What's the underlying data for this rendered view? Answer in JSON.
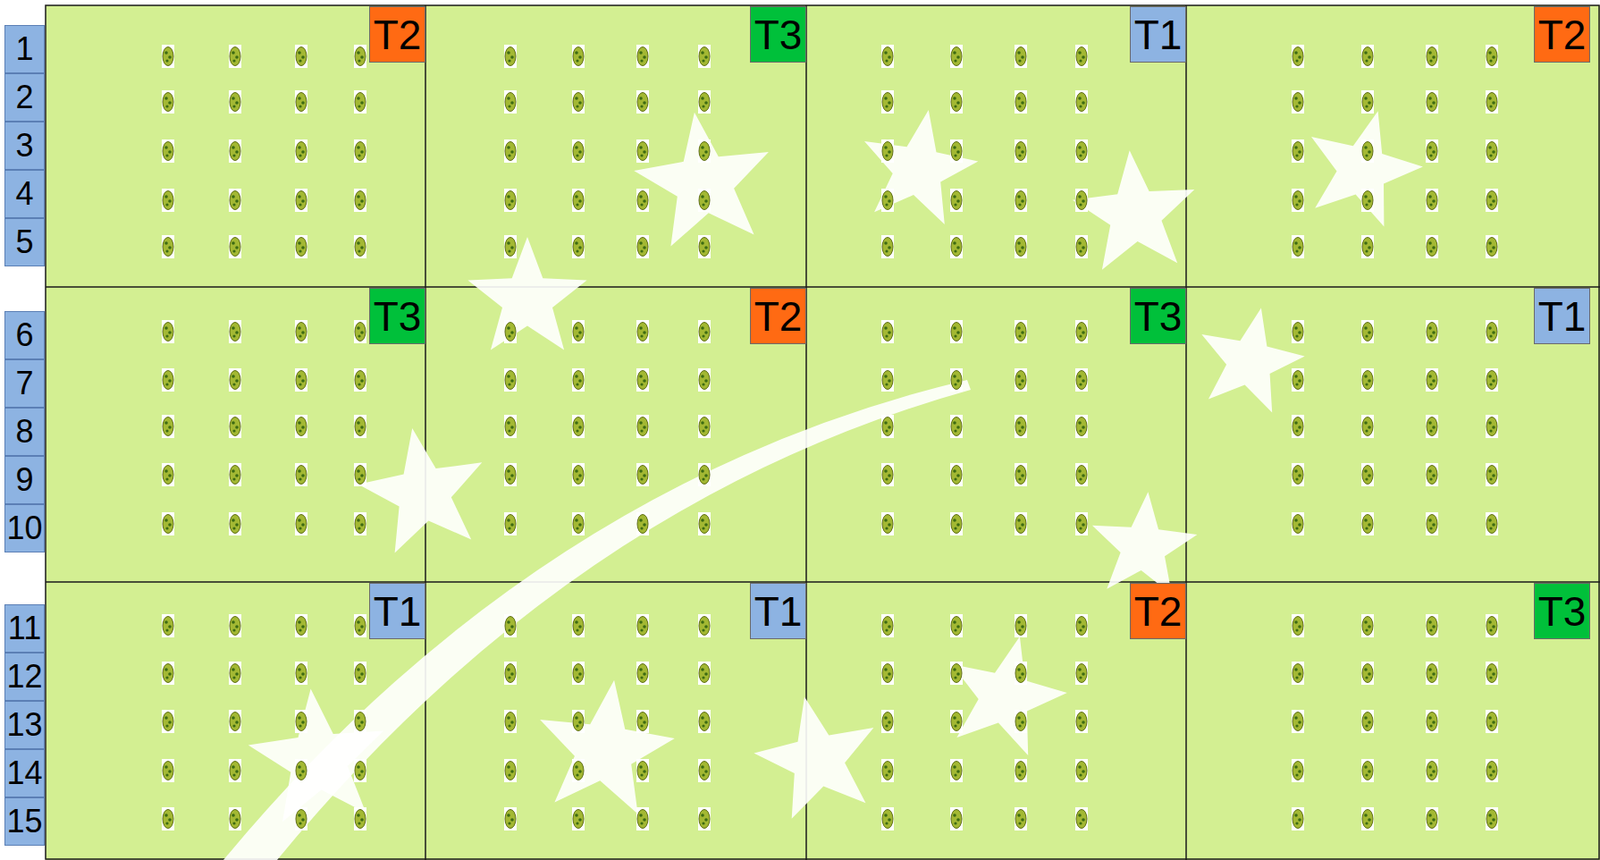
{
  "diagram": {
    "nodes": [
      {
        "text": [
          "1"
        ]
      },
      {
        "text": [
          "2"
        ]
      },
      {
        "text": [
          "3"
        ]
      },
      {
        "text": [
          "4"
        ]
      },
      {
        "text": [
          "5"
        ]
      },
      {
        "text": [
          "6"
        ]
      },
      {
        "text": [
          "7"
        ]
      },
      {
        "text": [
          "8"
        ]
      },
      {
        "text": [
          "9"
        ]
      },
      {
        "text": [
          "10"
        ]
      },
      {
        "text": [
          "11"
        ]
      },
      {
        "text": [
          "12"
        ]
      },
      {
        "text": [
          "13"
        ]
      },
      {
        "text": [
          "14"
        ]
      },
      {
        "text": [
          "15"
        ]
      },
      {
        "text": [
          "T2"
        ]
      },
      {
        "text": [
          "T3"
        ]
      },
      {
        "text": [
          "T1"
        ]
      },
      {
        "text": [
          "T2"
        ]
      },
      {
        "text": [
          "T3"
        ]
      },
      {
        "text": [
          "T2"
        ]
      },
      {
        "text": [
          "T3"
        ]
      },
      {
        "text": [
          "T1"
        ]
      },
      {
        "text": [
          "T1"
        ]
      },
      {
        "text": [
          "T1"
        ]
      },
      {
        "text": [
          "T2"
        ]
      },
      {
        "text": [
          "T3"
        ]
      }
    ]
  }
}
